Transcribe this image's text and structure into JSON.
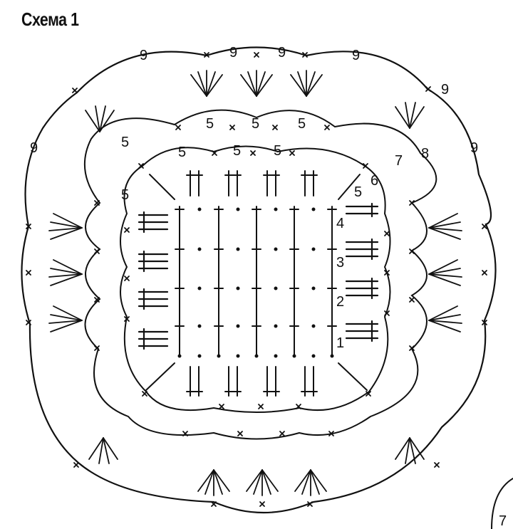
{
  "title": "Схема 1",
  "row_labels": {
    "outer_top": [
      "9",
      "9",
      "9",
      "9"
    ],
    "outer_right_top": "9",
    "outer_right": "9",
    "outer_left": "9",
    "row8": "8",
    "row7": "7",
    "row6": "6",
    "row5_top_outer": [
      "5",
      "5",
      "5"
    ],
    "row5_top_inner": [
      "5",
      "5",
      "5"
    ],
    "row5_left_top": "5",
    "row5_left_mid": "5",
    "row5_right": "5",
    "row4": "4",
    "row3": "3",
    "row2": "2",
    "row1": "1",
    "cut_corner": "7"
  },
  "colors": {
    "ink": "#111111",
    "paper": "#ffffff"
  }
}
